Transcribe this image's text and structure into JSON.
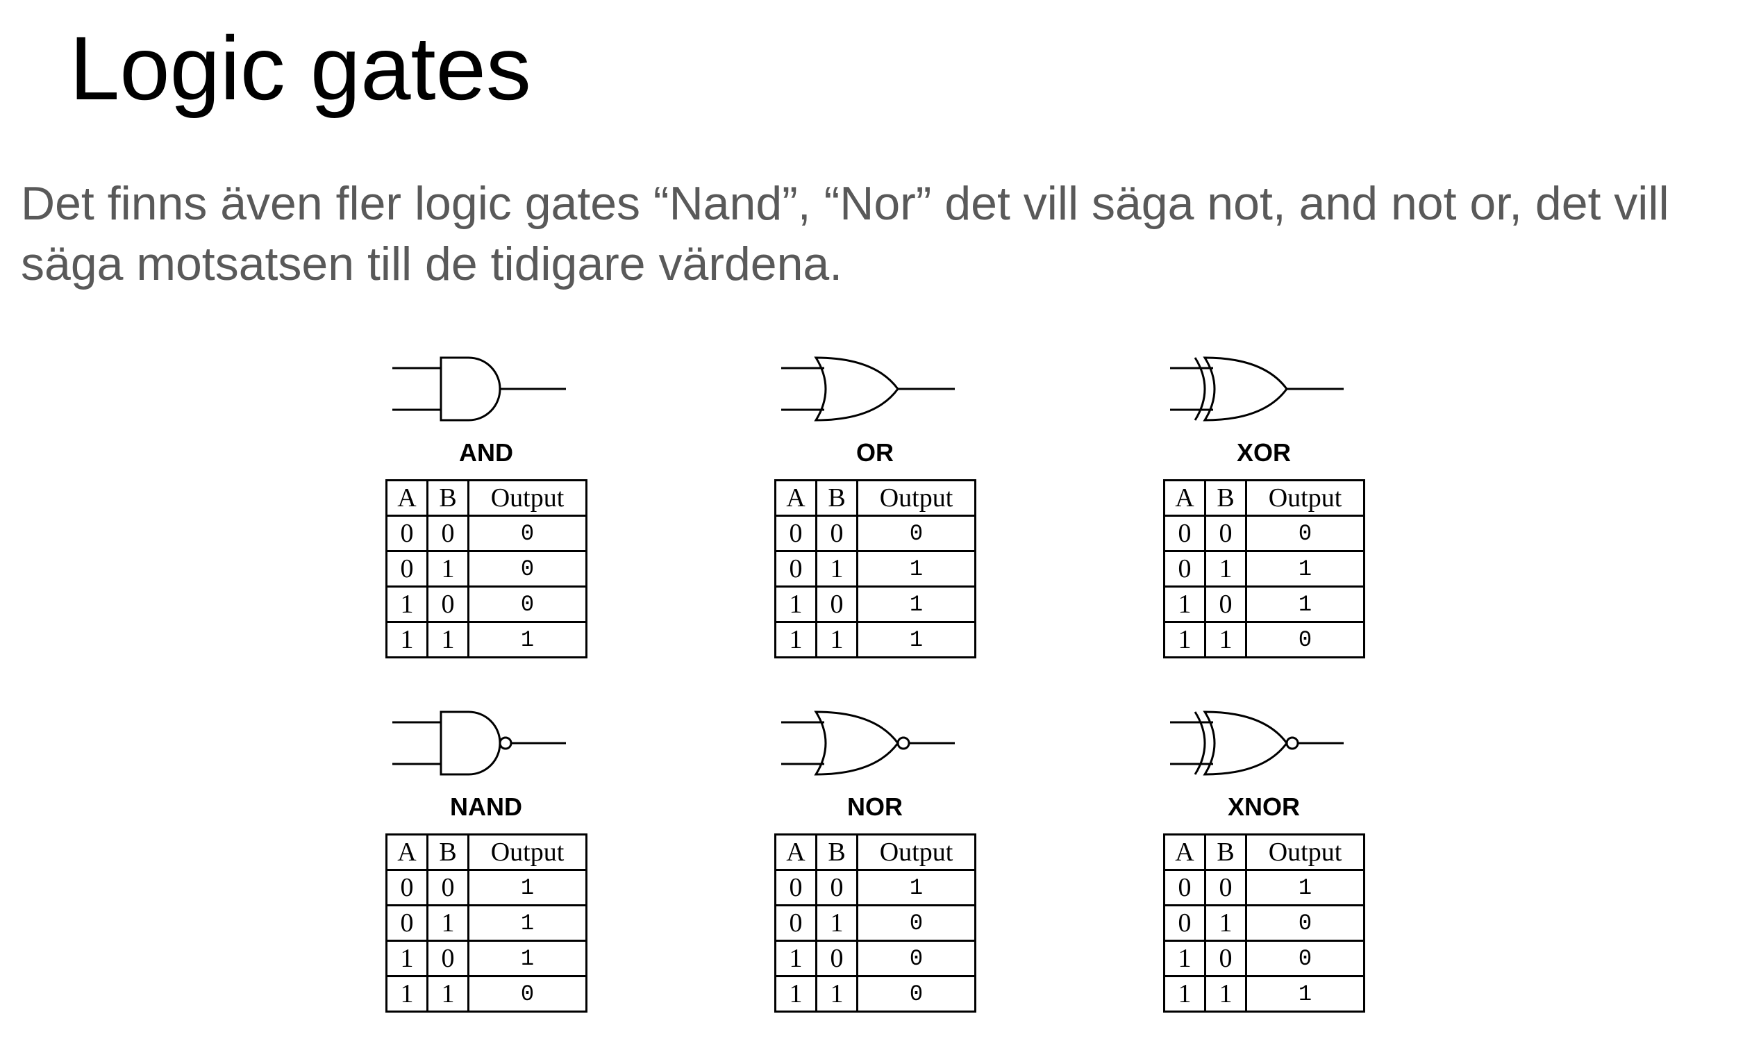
{
  "title": "Logic gates",
  "body_text": "Det finns även fler logic gates “Nand”, “Nor” det vill säga not, and not or, det vill säga motsatsen till de tidigare värdena.",
  "table_headers": {
    "a": "A",
    "b": "B",
    "output": "Output"
  },
  "gates": [
    {
      "name": "AND",
      "symbol": "and-gate-icon",
      "rows": [
        [
          "0",
          "0",
          "0"
        ],
        [
          "0",
          "1",
          "0"
        ],
        [
          "1",
          "0",
          "0"
        ],
        [
          "1",
          "1",
          "1"
        ]
      ]
    },
    {
      "name": "OR",
      "symbol": "or-gate-icon",
      "rows": [
        [
          "0",
          "0",
          "0"
        ],
        [
          "0",
          "1",
          "1"
        ],
        [
          "1",
          "0",
          "1"
        ],
        [
          "1",
          "1",
          "1"
        ]
      ]
    },
    {
      "name": "XOR",
      "symbol": "xor-gate-icon",
      "rows": [
        [
          "0",
          "0",
          "0"
        ],
        [
          "0",
          "1",
          "1"
        ],
        [
          "1",
          "0",
          "1"
        ],
        [
          "1",
          "1",
          "0"
        ]
      ]
    },
    {
      "name": "NAND",
      "symbol": "nand-gate-icon",
      "rows": [
        [
          "0",
          "0",
          "1"
        ],
        [
          "0",
          "1",
          "1"
        ],
        [
          "1",
          "0",
          "1"
        ],
        [
          "1",
          "1",
          "0"
        ]
      ]
    },
    {
      "name": "NOR",
      "symbol": "nor-gate-icon",
      "rows": [
        [
          "0",
          "0",
          "1"
        ],
        [
          "0",
          "1",
          "0"
        ],
        [
          "1",
          "0",
          "0"
        ],
        [
          "1",
          "1",
          "0"
        ]
      ]
    },
    {
      "name": "XNOR",
      "symbol": "xnor-gate-icon",
      "rows": [
        [
          "0",
          "0",
          "1"
        ],
        [
          "0",
          "1",
          "0"
        ],
        [
          "1",
          "0",
          "0"
        ],
        [
          "1",
          "1",
          "1"
        ]
      ]
    }
  ]
}
